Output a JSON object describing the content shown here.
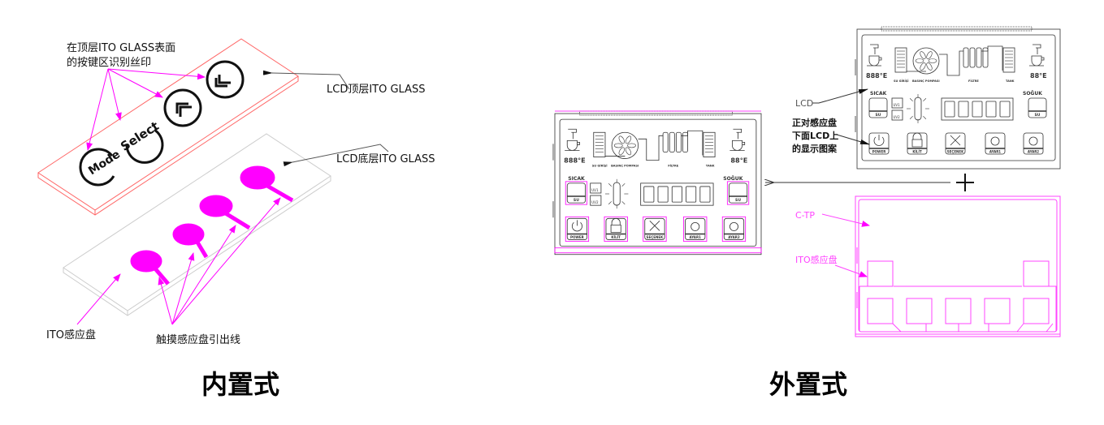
{
  "colors": {
    "pink": "#ff00ff",
    "glass_top": "#ff6666",
    "glass_bottom": "#cccccc",
    "line": "#222222"
  },
  "left": {
    "silk_label_line1": "在顶层ITO GLASS表面",
    "silk_label_line2": "的按键区识别丝印",
    "top_glass_label": "LCD顶层ITO GLASS",
    "bottom_glass_label": "LCD底层ITO GLASS",
    "ito_pad_label": "ITO感应盘",
    "lead_label": "触摸感应盘引出线",
    "buttons": [
      "Mode",
      "Select"
    ],
    "title": "内置式"
  },
  "right": {
    "lcd_label": "LCD",
    "pattern_label_line1": "正对感应盘",
    "pattern_label_line2": "下面LCD上",
    "pattern_label_line3": "的显示图案",
    "ctp_label": "C-TP",
    "ito_pad_label": "ITO感应盘",
    "title": "外置式"
  },
  "lcd": {
    "temp_left": "888°E",
    "temp_right": "88°E",
    "flow_labels": [
      "SU GİRİŞİ",
      "BASINÇ POMPASI",
      "FİLTRE",
      "TANK"
    ],
    "hot": "SICAK",
    "cold": "SOĞUK",
    "su": "SU",
    "uv": [
      "UV1",
      "UV2"
    ],
    "buttons": [
      "POWER",
      "KİLİT",
      "SEÇENEK",
      "AYAR1",
      "AYAR2"
    ]
  }
}
